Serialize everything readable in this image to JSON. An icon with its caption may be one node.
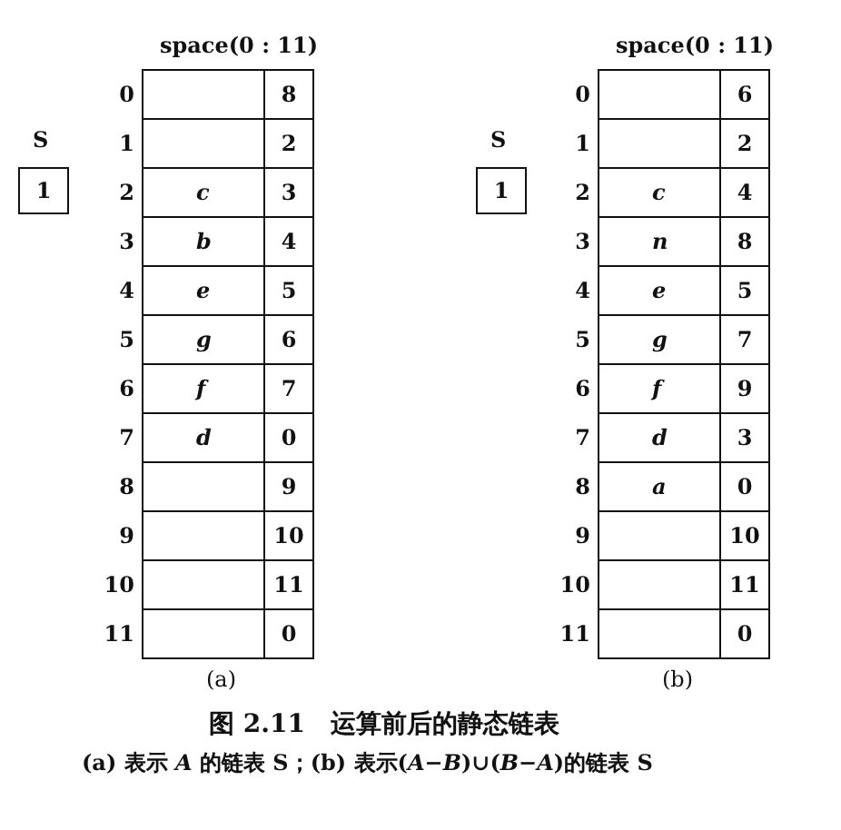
{
  "diagram": {
    "caption": "图 2.11　运算前后的静态链表",
    "nodes": [
      {
        "text": [
          "1"
        ],
        "beside": [
          "S"
        ]
      },
      {
        "text": [
          "space(0 : 11)"
        ],
        "beside": [
          "(a)"
        ]
      },
      {
        "text": [
          "8"
        ],
        "beside": [
          "0"
        ],
        "in": 1
      },
      {
        "text": [
          "2"
        ],
        "beside": [
          "1"
        ],
        "in": 1
      },
      {
        "text": [
          "c",
          "3"
        ],
        "beside": [
          "2"
        ],
        "in": 1
      },
      {
        "text": [
          "b",
          "4"
        ],
        "beside": [
          "3"
        ],
        "in": 1
      },
      {
        "text": [
          "e",
          "5"
        ],
        "beside": [
          "4"
        ],
        "in": 1
      },
      {
        "text": [
          "g",
          "6"
        ],
        "beside": [
          "5"
        ],
        "in": 1
      },
      {
        "text": [
          "f",
          "7"
        ],
        "beside": [
          "6"
        ],
        "in": 1
      },
      {
        "text": [
          "d",
          "0"
        ],
        "beside": [
          "7"
        ],
        "in": 1
      },
      {
        "text": [
          "9"
        ],
        "beside": [
          "8"
        ],
        "in": 1
      },
      {
        "text": [
          "10"
        ],
        "beside": [
          "9"
        ],
        "in": 1
      },
      {
        "text": [
          "11"
        ],
        "beside": [
          "10"
        ],
        "in": 1
      },
      {
        "text": [
          "0"
        ],
        "beside": [
          "11"
        ],
        "in": 1
      },
      {
        "text": [
          "1"
        ],
        "beside": [
          "S"
        ]
      },
      {
        "text": [
          "space(0 : 11)"
        ],
        "beside": [
          "(b)"
        ]
      },
      {
        "text": [
          "6"
        ],
        "beside": [
          "0"
        ],
        "in": 15
      },
      {
        "text": [
          "2"
        ],
        "beside": [
          "1"
        ],
        "in": 15
      },
      {
        "text": [
          "c",
          "4"
        ],
        "beside": [
          "2"
        ],
        "in": 15
      },
      {
        "text": [
          "n",
          "8"
        ],
        "beside": [
          "3"
        ],
        "in": 15
      },
      {
        "text": [
          "e",
          "5"
        ],
        "beside": [
          "4"
        ],
        "in": 15
      },
      {
        "text": [
          "g",
          "7"
        ],
        "beside": [
          "5"
        ],
        "in": 15
      },
      {
        "text": [
          "f",
          "9"
        ],
        "beside": [
          "6"
        ],
        "in": 15
      },
      {
        "text": [
          "d",
          "3"
        ],
        "beside": [
          "7"
        ],
        "in": 15
      },
      {
        "text": [
          "a",
          "0"
        ],
        "beside": [
          "8"
        ],
        "in": 15
      },
      {
        "text": [
          "10"
        ],
        "beside": [
          "9"
        ],
        "in": 15
      },
      {
        "text": [
          "11"
        ],
        "beside": [
          "10"
        ],
        "in": 15
      },
      {
        "text": [
          "0"
        ],
        "beside": [
          "11"
        ],
        "in": 15
      }
    ],
    "labels": [
      "(a) 表示 *A* 的链表 S；(b) 表示(*A*−*B*)∪(*B*−*A*)的链表 S"
    ]
  }
}
